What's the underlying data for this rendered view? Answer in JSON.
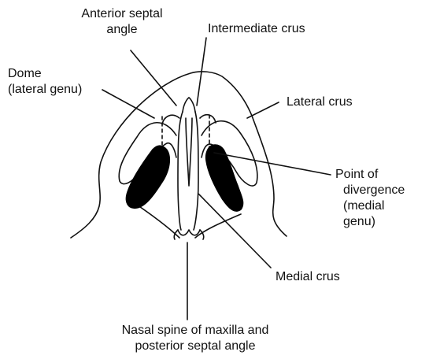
{
  "labels": {
    "anterior_septal_angle": [
      "Anterior septal",
      "angle"
    ],
    "intermediate_crus": "Intermediate crus",
    "dome": [
      "Dome",
      "(lateral genu)"
    ],
    "lateral_crus": "Lateral crus",
    "point_of_divergence": [
      "Point of",
      "divergence",
      "(medial",
      "genu)"
    ],
    "medial_crus": "Medial crus",
    "nasal_spine": [
      "Nasal spine of maxilla and",
      "posterior septal angle"
    ]
  },
  "colors": {
    "stroke": "#111111",
    "nostril_fill": "#000000",
    "background": "#ffffff"
  }
}
